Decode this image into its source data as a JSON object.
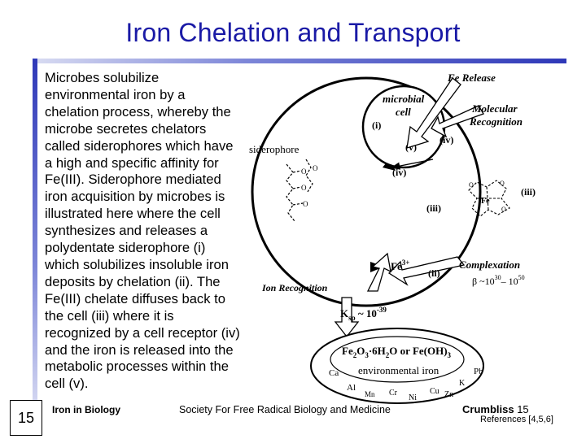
{
  "slide": {
    "title": "Iron Chelation and Transport",
    "body": "Microbes solubilize environmental iron by a chelation process, whereby the microbe secretes chelators called siderophores which have a high and specific affinity for Fe(III). Siderophore mediated iron acquisition by microbes is illustrated here where the cell synthesizes and releases a polydentate siderophore (i) which solubilizes insoluble iron deposits by chelation (ii). The Fe(III) chelate diffuses back to the cell (iii) where it is recognized by a cell receptor (iv) and the iron is released into the metabolic processes within the cell (v).",
    "slide_number": "15"
  },
  "diagram": {
    "fe_release": "Fe Release",
    "microbial_cell_line1": "microbial",
    "microbial_cell_line2": "cell",
    "molecular_line1": "Molecular",
    "molecular_line2": "Recognition",
    "siderophore": "siderophore",
    "step_i": "(i)",
    "step_v": "(v)",
    "step_iv_top": "(iv)",
    "step_iv_mid": "(iv)",
    "step_iii": "(iii)",
    "step_iii_right": "(iii)",
    "step_ii": "(ii)",
    "fe3": "Fe",
    "fe3_sup": "3+",
    "complexation": "Complexation",
    "beta_prefix": "β ~10",
    "beta_exp1": "30",
    "beta_mid": "– 10",
    "beta_exp2": "50",
    "ion_recognition": "Ion Recognition",
    "ksp_prefix": "K",
    "ksp_sub": "sp",
    "ksp_mid": " ~ 10",
    "ksp_exp": "-39",
    "deposit_formula_a": "Fe",
    "deposit_formula_b": "O",
    "deposit_formula_c": "·6H",
    "deposit_formula_d": "O or Fe(OH)",
    "sub2": "2",
    "sub3": "3",
    "environmental_iron": "environmental iron",
    "el_ca": "Ca",
    "el_pb": "Pb",
    "el_al": "Al",
    "el_mn": "Mn",
    "el_cr": "Cr",
    "el_ni": "Ni",
    "el_cu": "Cu",
    "el_zn": "Zn",
    "el_k": "K",
    "o": "O",
    "fe_center": "Fe"
  },
  "footer": {
    "left": "Iron in Biology",
    "middle": "Society For Free Radical Biology and Medicine",
    "right_name": "Crumbliss",
    "right_num": "15",
    "references": "References [4,5,6]"
  },
  "colors": {
    "title": "#1a1aa6",
    "rule_dark": "#2e38b8"
  }
}
